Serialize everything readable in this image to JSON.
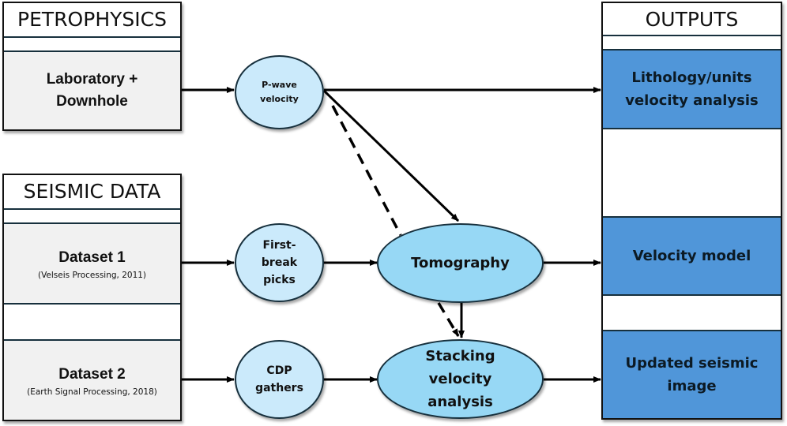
{
  "petrophysics": {
    "title": "PETROPHYSICS",
    "source": "Laboratory + Downhole"
  },
  "seismic_data": {
    "title": "SEISMIC DATA",
    "datasets": [
      {
        "name": "Dataset 1",
        "note": "(Velseis Processing, 2011)"
      },
      {
        "name": "Dataset 2",
        "note": "(Earth Signal Processing, 2018)"
      }
    ]
  },
  "processes": {
    "p_wave": "P-wave velocity",
    "first_break": "First-break picks",
    "cdp": "CDP gathers",
    "tomography": "Tomography",
    "stacking": "Stacking velocity analysis"
  },
  "outputs": {
    "title": "OUTPUTS",
    "items": [
      "Lithology/units velocity analysis",
      "Velocity model",
      "Updated seismic image"
    ]
  },
  "colors": {
    "input_fill": "#f1f1f1",
    "output_fill": "#5096d9",
    "small_node_fill": "#cbeafb",
    "big_node_fill": "#97d8f5"
  }
}
